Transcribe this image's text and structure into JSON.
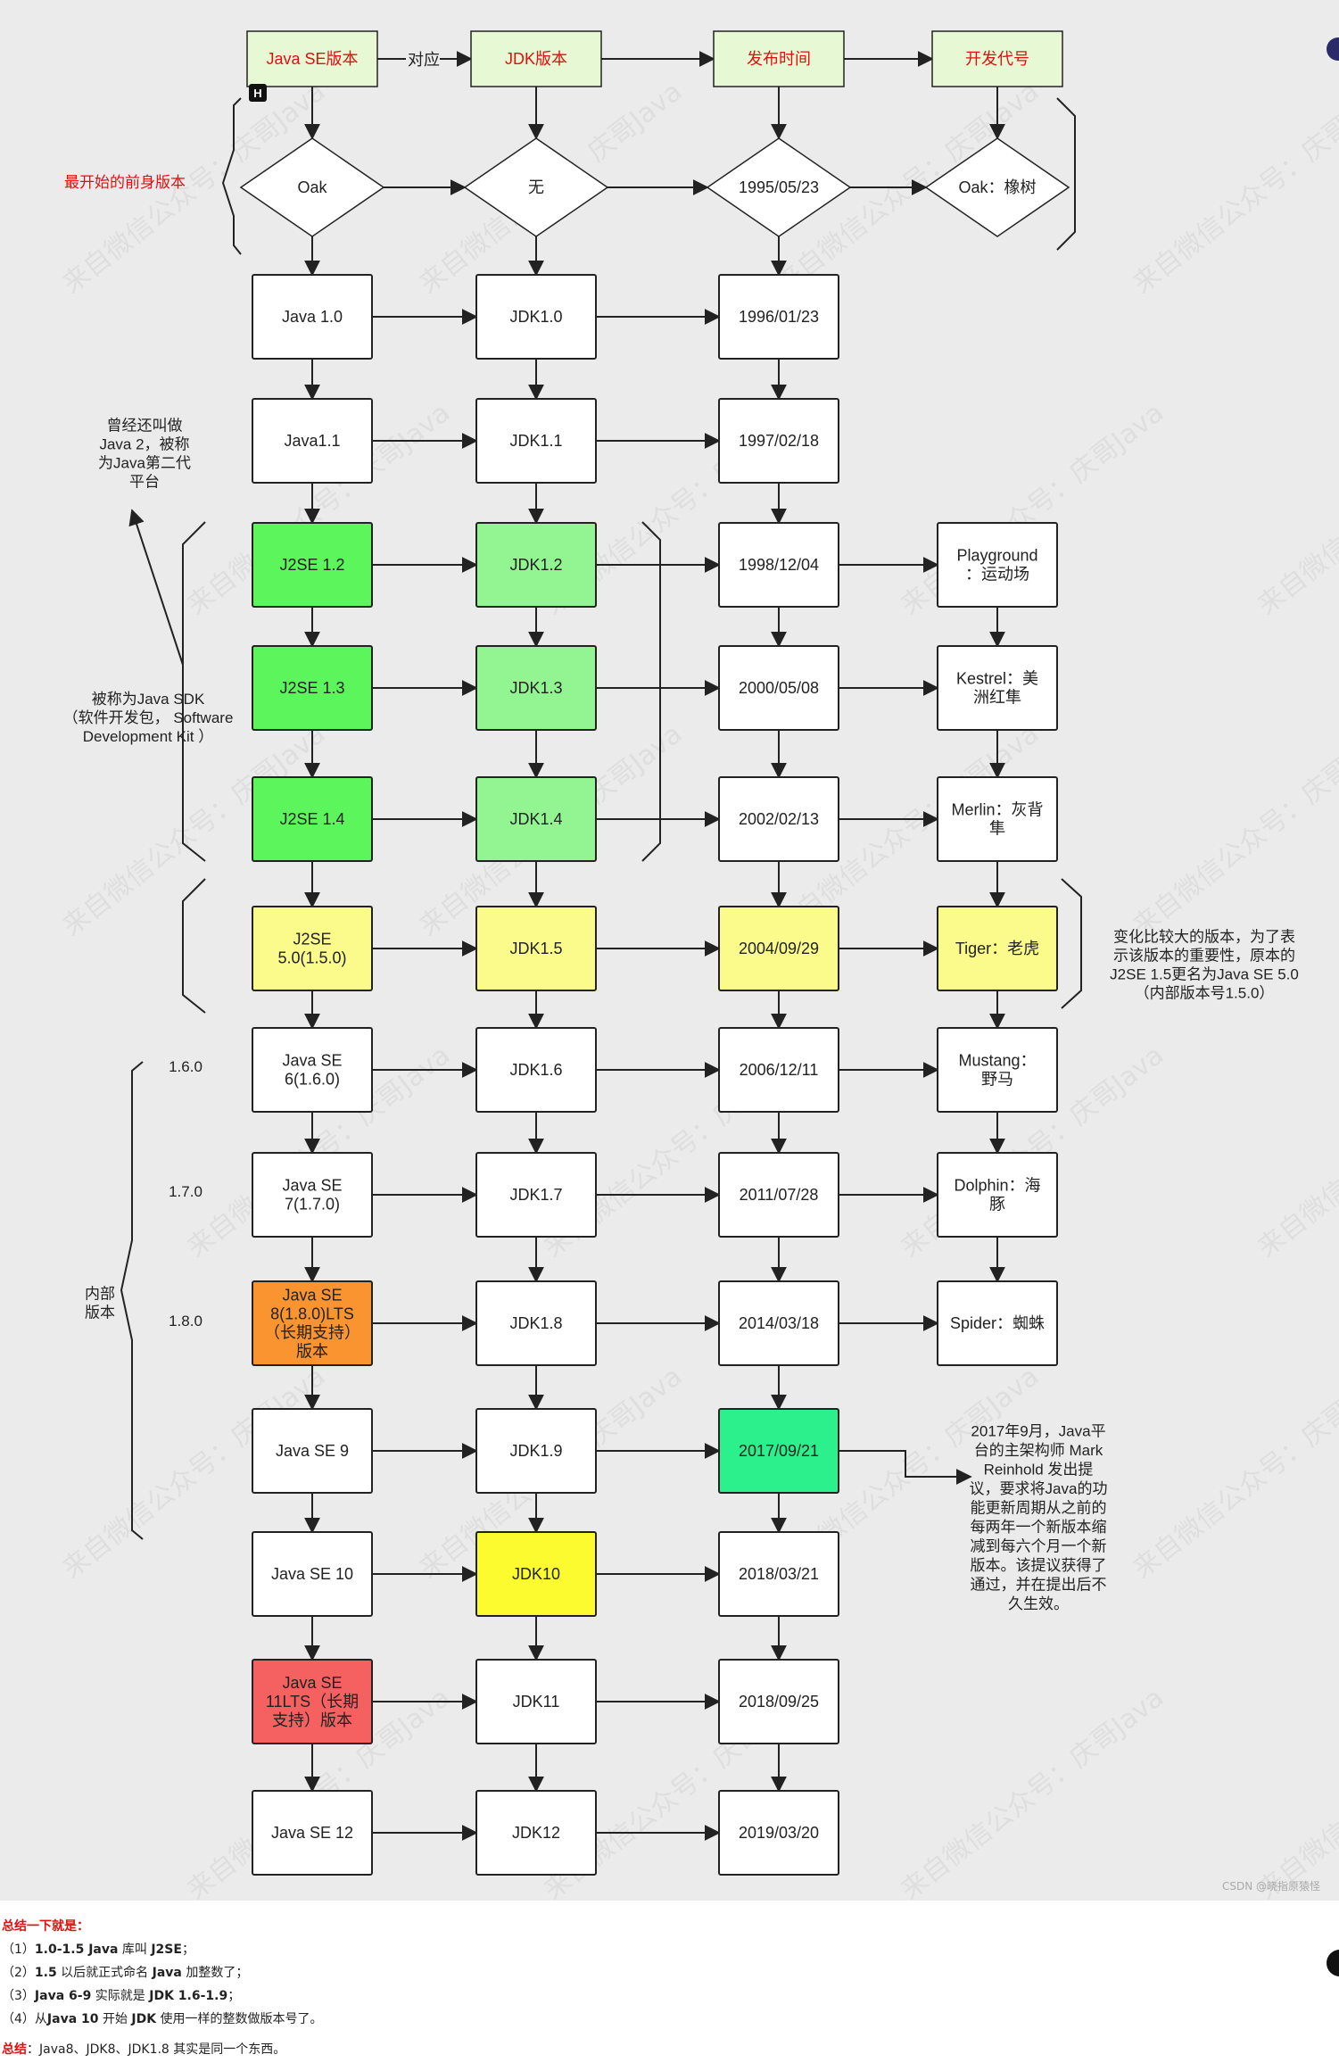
{
  "headers": [
    {
      "text": "Java SE版本"
    },
    {
      "text": "JDK版本"
    },
    {
      "text": "发布时间"
    },
    {
      "text": "开发代号"
    }
  ],
  "map_label": "对应",
  "diamonds": [
    {
      "text": "Oak"
    },
    {
      "text": "无"
    },
    {
      "text": "1995/05/23"
    },
    {
      "text": "Oak：橡树"
    }
  ],
  "rows": [
    {
      "se": "Java 1.0",
      "jdk": "JDK1.0",
      "date": "1996/01/23",
      "code": ""
    },
    {
      "se": "Java1.1",
      "jdk": "JDK1.1",
      "date": "1997/02/18",
      "code": ""
    },
    {
      "se": "J2SE 1.2",
      "jdk": "JDK1.2",
      "date": "1998/12/04",
      "code": "Playground\n：运动场"
    },
    {
      "se": "J2SE 1.3",
      "jdk": "JDK1.3",
      "date": "2000/05/08",
      "code": "Kestrel：美\n洲红隼"
    },
    {
      "se": "J2SE 1.4",
      "jdk": "JDK1.4",
      "date": "2002/02/13",
      "code": "Merlin：灰背\n隼"
    },
    {
      "se": "J2SE\n5.0(1.5.0)",
      "jdk": "JDK1.5",
      "date": "2004/09/29",
      "code": "Tiger：老虎"
    },
    {
      "se": "Java SE\n6(1.6.0)",
      "jdk": "JDK1.6",
      "date": "2006/12/11",
      "code": "Mustang：\n野马"
    },
    {
      "se": "Java SE\n7(1.7.0)",
      "jdk": "JDK1.7",
      "date": "2011/07/28",
      "code": "Dolphin：海\n豚"
    },
    {
      "se": "Java SE\n8(1.8.0)LTS\n（长期支持）\n版本",
      "jdk": "JDK1.8",
      "date": "2014/03/18",
      "code": "Spider：蜘蛛"
    },
    {
      "se": "Java SE 9",
      "jdk": "JDK1.9",
      "date": "2017/09/21",
      "code": ""
    },
    {
      "se": "Java SE 10",
      "jdk": "JDK10",
      "date": "2018/03/21",
      "code": ""
    },
    {
      "se": "Java SE\n11LTS（长期\n支持）版本",
      "jdk": "JDK11",
      "date": "2018/09/25",
      "code": ""
    },
    {
      "se": "Java SE 12",
      "jdk": "JDK12",
      "date": "2019/03/20",
      "code": ""
    }
  ],
  "colors": {
    "header_fill": "#e6f9d4",
    "j2se_green": "#5cf65c",
    "jdk_green": "#92f592",
    "yellow": "#fbfb8c",
    "orange": "#f99430",
    "teal": "#2cf08c",
    "bright_yellow": "#fbfb30",
    "red": "#f56060",
    "white": "#ffffff"
  },
  "notes": {
    "predecessor": "最开始的前身版本",
    "java2": "曾经还叫做\nJava 2，被称\n为Java第二代\n平台",
    "sdk": "被称为Java SDK\n（软件开发包，  Software\nDevelopment Kit ）",
    "j2se15": "变化比较大的版本，为了表\n示该版本的重要性，原本的\nJ2SE 1.5更名为Java SE 5.0\n（内部版本号1.5.0）",
    "internal": "内部\n版本",
    "internal_versions": [
      "1.6.0",
      "1.7.0",
      "1.8.0"
    ],
    "proposal": "2017年9月，Java平\n台的主架构师 Mark\nReinhold 发出提\n议，要求将Java的功\n能更新周期从之前的\n每两年一个新版本缩\n减到每六个月一个新\n版本。该提议获得了\n通过，并在提出后不\n久生效。"
  },
  "watermark": "来自微信公众号：庆哥Java",
  "credit": "CSDN @晓指原猿怪",
  "summary": {
    "title": "总结一下就是：",
    "items": [
      {
        "prefix": "（1）",
        "parts": [
          {
            "t": "1.0-1.5 Java",
            "b": true
          },
          {
            "t": " 库叫 ",
            "b": false
          },
          {
            "t": "J2SE",
            "b": true
          },
          {
            "t": "；",
            "b": false
          }
        ]
      },
      {
        "prefix": "（2）",
        "parts": [
          {
            "t": "1.5",
            "b": true
          },
          {
            "t": " 以后就正式命名 ",
            "b": false
          },
          {
            "t": "Java",
            "b": true
          },
          {
            "t": " 加整数了；",
            "b": false
          }
        ]
      },
      {
        "prefix": "（3）",
        "parts": [
          {
            "t": "Java 6-9",
            "b": true
          },
          {
            "t": " 实际就是 ",
            "b": false
          },
          {
            "t": "JDK 1.6-1.9",
            "b": true
          },
          {
            "t": "；",
            "b": false
          }
        ]
      },
      {
        "prefix": "（4）",
        "parts": [
          {
            "t": "从",
            "b": false
          },
          {
            "t": "Java 10",
            "b": true
          },
          {
            "t": " 开始 ",
            "b": false
          },
          {
            "t": "JDK",
            "b": true
          },
          {
            "t": " 使用一样的整数做版本号了。",
            "b": false
          }
        ]
      }
    ],
    "final_label": "总结",
    "final_text": "：Java8、JDK8、JDK1.8 其实是同一个东西。"
  }
}
